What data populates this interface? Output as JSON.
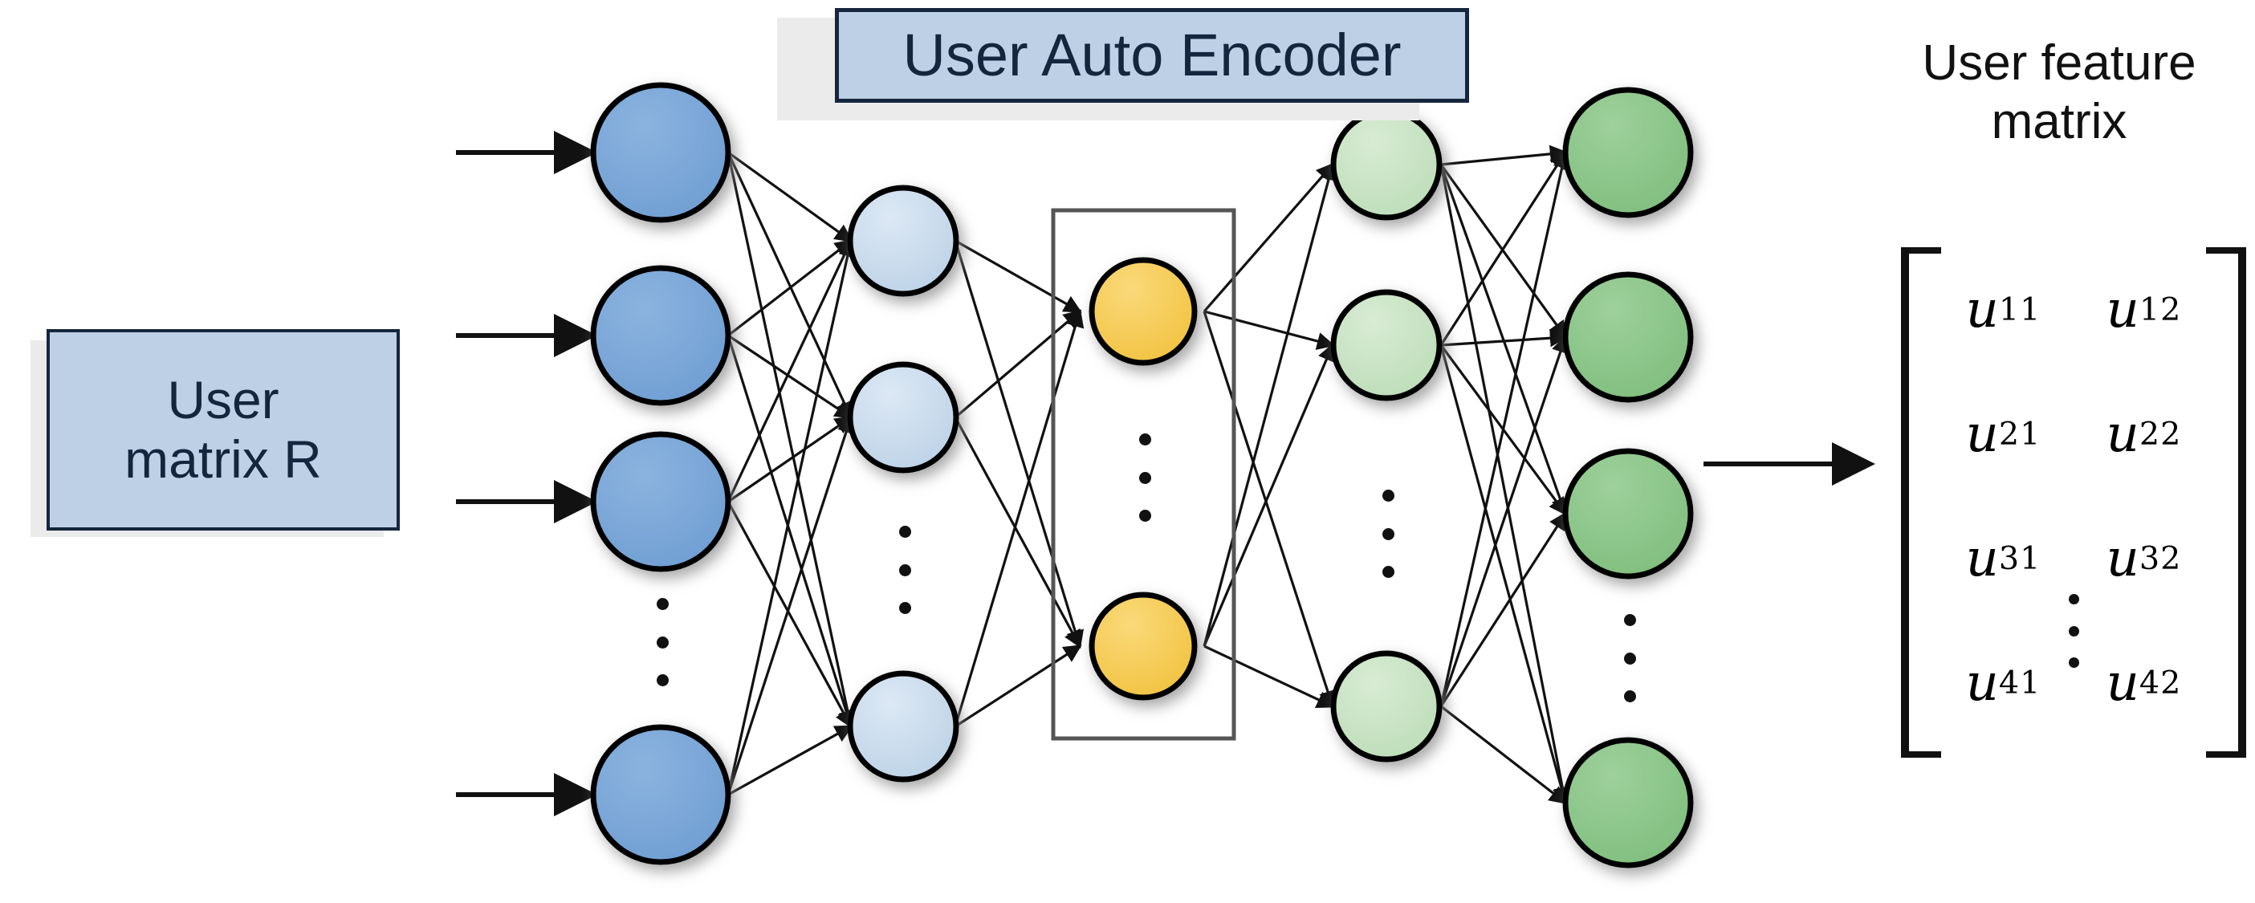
{
  "diagram": {
    "title": "User Auto Encoder",
    "input_label_line1": "User",
    "input_label_line2": "matrix R",
    "output_caption_line1": "User feature",
    "output_caption_line2": "matrix"
  },
  "matrix": {
    "rows": [
      [
        {
          "base": "u",
          "sub": "11"
        },
        {
          "base": "u",
          "sub": "12"
        }
      ],
      [
        {
          "base": "u",
          "sub": "21"
        },
        {
          "base": "u",
          "sub": "22"
        }
      ],
      [
        {
          "base": "u",
          "sub": "31"
        },
        {
          "base": "u",
          "sub": "32"
        }
      ],
      [
        {
          "base": "u",
          "sub": "41"
        },
        {
          "base": "u",
          "sub": "42"
        }
      ]
    ],
    "ellipsis": "vertical-dots"
  },
  "colors": {
    "input_node": "#7BA7D9",
    "hidden1_node": "#C6D9EC",
    "bottleneck_node": "#F6CE5B",
    "hidden2_node": "#C8E2C3",
    "output_node": "#8CC68A",
    "node_stroke": "#000000",
    "edge": "#1a1a1a",
    "panel_fill": "#BDD0E6",
    "panel_stroke": "#16263C",
    "shadow_plate": "#EBEBEB",
    "background": "#FFFFFF"
  },
  "network": {
    "layers": [
      {
        "name": "input-layer",
        "role": "input",
        "node_count_shown": 4,
        "has_ellipsis": true,
        "color_key": "input_node"
      },
      {
        "name": "encoder-hidden-layer",
        "role": "hidden",
        "node_count_shown": 3,
        "has_ellipsis": true,
        "color_key": "hidden1_node"
      },
      {
        "name": "bottleneck-layer",
        "role": "code",
        "node_count_shown": 2,
        "has_ellipsis": true,
        "color_key": "bottleneck_node",
        "boxed": true
      },
      {
        "name": "decoder-hidden-layer",
        "role": "hidden",
        "node_count_shown": 3,
        "has_ellipsis": true,
        "color_key": "hidden2_node"
      },
      {
        "name": "output-layer",
        "role": "output",
        "node_count_shown": 4,
        "has_ellipsis": true,
        "color_key": "output_node"
      }
    ],
    "input_arrows": 4,
    "output_arrow": 1
  }
}
